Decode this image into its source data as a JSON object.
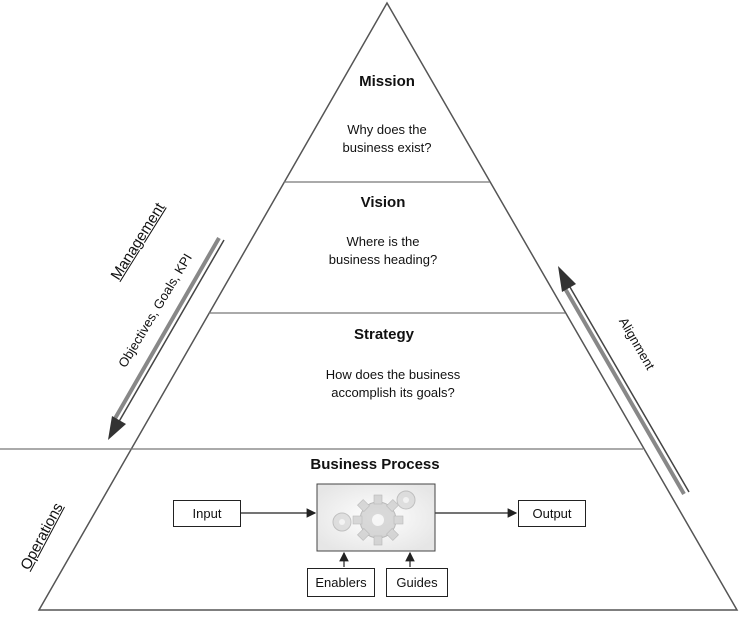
{
  "levels": {
    "mission": {
      "title": "Mission",
      "line1": "Why does the",
      "line2": "business exist?"
    },
    "vision": {
      "title": "Vision",
      "line1": "Where is the",
      "line2": "business heading?"
    },
    "strategy": {
      "title": "Strategy",
      "line1": "How does the business",
      "line2": "accomplish its goals?"
    },
    "process": {
      "title": "Business Process"
    }
  },
  "process_boxes": {
    "input": "Input",
    "output": "Output",
    "enablers": "Enablers",
    "guides": "Guides"
  },
  "side_labels": {
    "management": "Management",
    "objectives": "Objectives, Goals, KPI",
    "alignment": "Alignment",
    "operations": "Operations"
  },
  "colors": {
    "line": "#333333",
    "divider": "#777777"
  }
}
